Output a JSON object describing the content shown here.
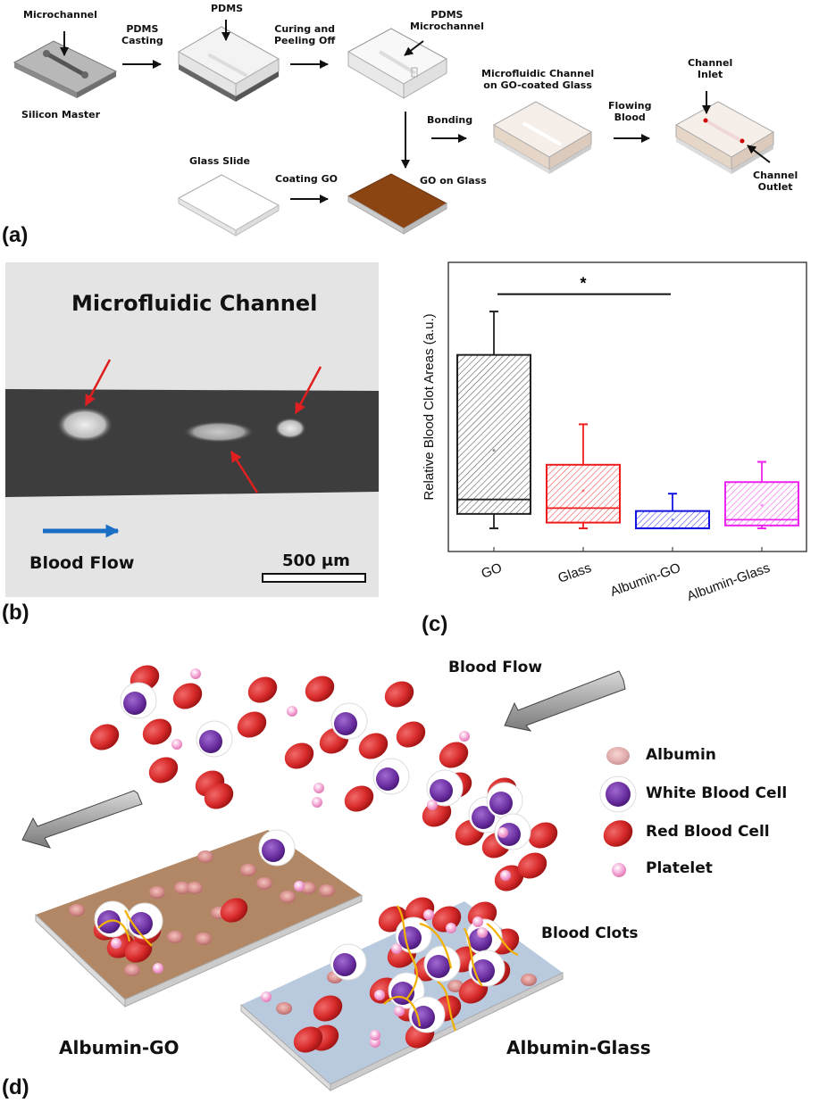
{
  "panel_a": {
    "letter": "(a)",
    "steps": {
      "microchannel": "Microchannel",
      "silicon_master": "Silicon Master",
      "pdms_casting": [
        "PDMS",
        "Casting"
      ],
      "pdms": "PDMS",
      "curing": [
        "Curing and",
        "Peeling Off"
      ],
      "pdms_microchannel": [
        "PDMS",
        "Microchannel"
      ],
      "glass_slide": "Glass Slide",
      "coating_go": "Coating GO",
      "go_on_glass": "GO on Glass",
      "bonding": "Bonding",
      "microfluidic_on_go": [
        "Microfluidic Channel",
        "on GO-coated Glass"
      ],
      "flowing_blood": [
        "Flowing",
        "Blood"
      ],
      "channel_inlet": [
        "Channel",
        "Inlet"
      ],
      "channel_outlet": [
        "Channel",
        "Outlet"
      ]
    },
    "colors": {
      "go": "#8B4513",
      "tinted": "#e8d9cc",
      "inlet": "#cc0000"
    }
  },
  "panel_b": {
    "letter": "(b)",
    "title": "Microfluidic Channel",
    "flow_label": "Blood Flow",
    "scale_bar": "500 μm",
    "colors": {
      "background": "#e4e4e4",
      "channel": "#3d3d3d",
      "arrow": "#1a6fc4",
      "pointer": "#e02020"
    }
  },
  "panel_c": {
    "letter": "(c)"
  },
  "chart_data": {
    "type": "box",
    "title": "",
    "xlabel": "",
    "ylabel": "Relative Blood Clot Areas (a.u.)",
    "ylim": [
      0,
      1
    ],
    "y_ticks_labeled": false,
    "grid": false,
    "categories": [
      "GO",
      "Glass",
      "Albumin-GO",
      "Albumin-Glass"
    ],
    "series": [
      {
        "name": "GO",
        "color": "#222222",
        "min": 0.08,
        "q1": 0.13,
        "median": 0.18,
        "q3": 0.68,
        "max": 0.83,
        "mean": 0.35
      },
      {
        "name": "Glass",
        "color": "#ee1c1c",
        "min": 0.08,
        "q1": 0.1,
        "median": 0.15,
        "q3": 0.3,
        "max": 0.44,
        "mean": 0.21
      },
      {
        "name": "Albumin-GO",
        "color": "#1414e0",
        "min": 0.08,
        "q1": 0.08,
        "median": 0.08,
        "q3": 0.14,
        "max": 0.2,
        "mean": 0.11
      },
      {
        "name": "Albumin-Glass",
        "color": "#ee22ee",
        "min": 0.08,
        "q1": 0.09,
        "median": 0.11,
        "q3": 0.24,
        "max": 0.31,
        "mean": 0.16
      }
    ],
    "annotations": [
      {
        "type": "significance",
        "from": "GO",
        "to": "Albumin-GO",
        "label": "*",
        "y": 0.89
      }
    ]
  },
  "panel_d": {
    "letter": "(d)",
    "blood_flow": "Blood Flow",
    "blood_clots": "Blood Clots",
    "albumin_go": "Albumin-GO",
    "albumin_glass": "Albumin-Glass",
    "legend": [
      {
        "icon": "albumin-icon",
        "label": "Albumin"
      },
      {
        "icon": "white-blood-cell-icon",
        "label": "White Blood Cell"
      },
      {
        "icon": "red-blood-cell-icon",
        "label": "Red Blood Cell"
      },
      {
        "icon": "platelet-icon",
        "label": "Platelet"
      }
    ],
    "colors": {
      "rbc": "#d92b2b",
      "wbc": "#6a2ea0",
      "platelet": "#f5a8d6",
      "albumin": "#d9918f",
      "fibrin": "#f2b100",
      "go_substrate": "#a87a54",
      "glass_substrate": "#b2c4da"
    }
  }
}
